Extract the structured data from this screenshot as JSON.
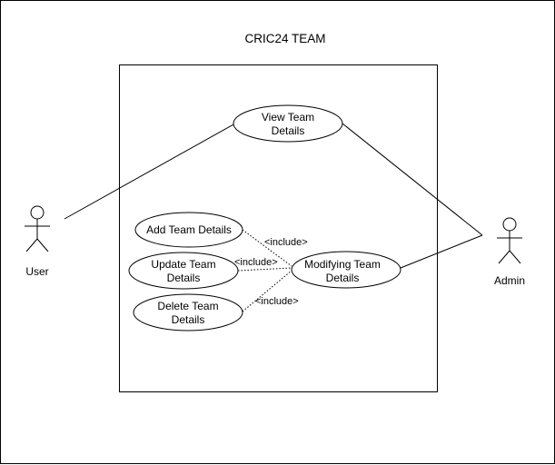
{
  "diagram": {
    "title": "CRIC24 TEAM",
    "use_cases": {
      "view": {
        "line1": "View Team",
        "line2": "Details"
      },
      "add": {
        "line1": "Add Team Details"
      },
      "update": {
        "line1": "Update Team",
        "line2": "Details"
      },
      "delete": {
        "line1": "Delete Team",
        "line2": "Details"
      },
      "modify": {
        "line1": "Modifying Team",
        "line2": "Details"
      }
    },
    "actors": {
      "user": "User",
      "admin": "Admin"
    },
    "include_labels": [
      "<include>",
      "<include>",
      "<include>"
    ],
    "colors": {
      "stroke": "#000000",
      "background": "#ffffff"
    }
  }
}
